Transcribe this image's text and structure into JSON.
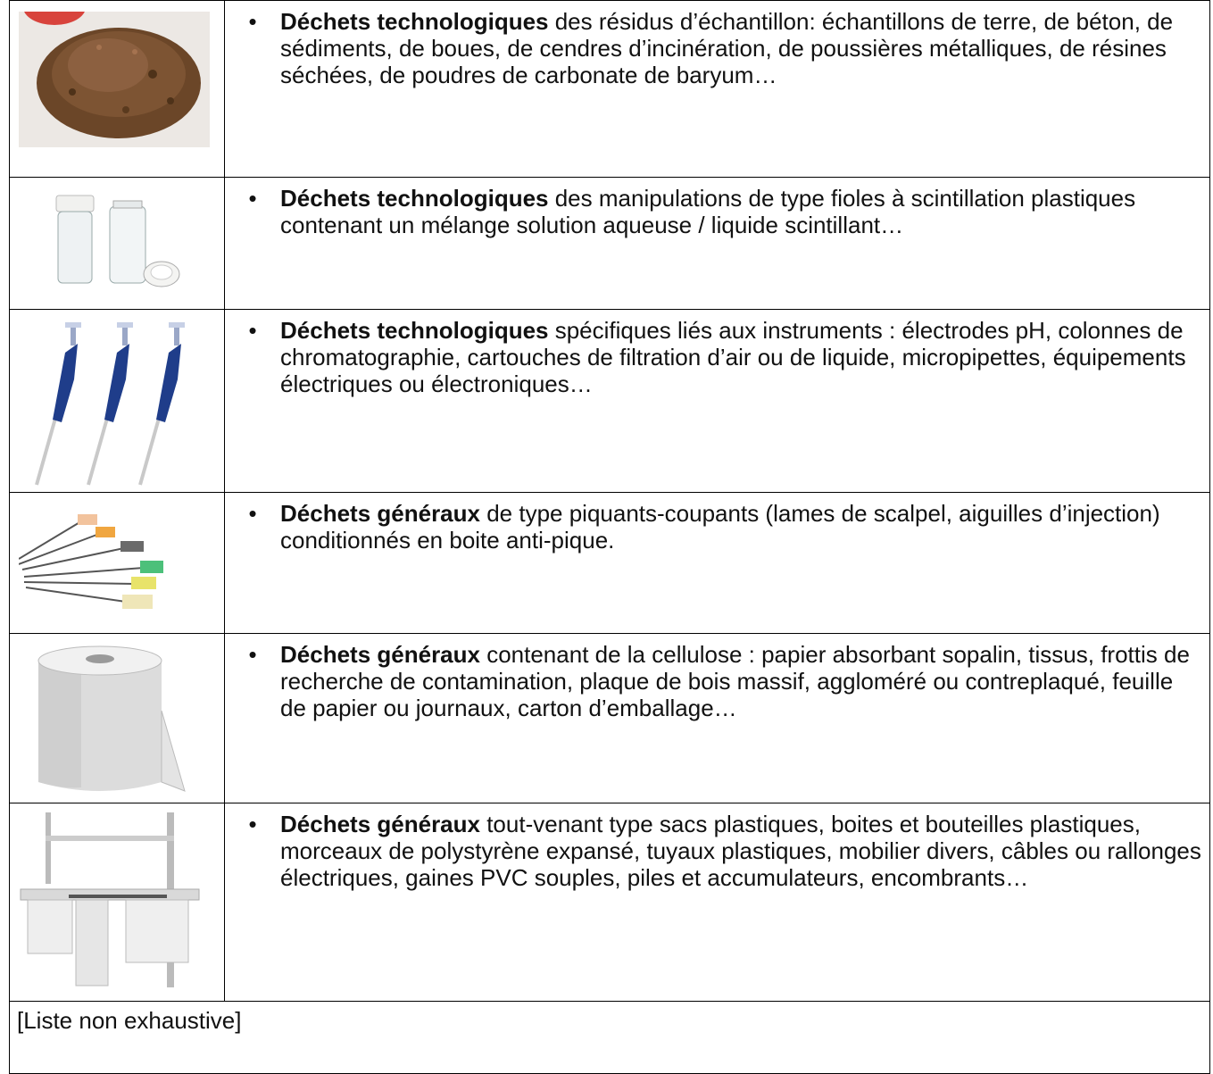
{
  "rows": [
    {
      "image": "soil-pile-photo",
      "bold": "Déchets technologiques",
      "text": " des résidus d’échantillon: échantillons de terre, de béton, de sédiments, de boues, de cendres d’incinération, de poussières métalliques, de résines séchées, de poudres de carbonate de baryum…"
    },
    {
      "image": "scintillation-vials-photo",
      "bold": "Déchets technologiques",
      "text": " des manipulations de type fioles à scintillation plastiques contenant un mélange solution aqueuse / liquide scintillant…"
    },
    {
      "image": "micropipettes-photo",
      "bold": "Déchets technologiques",
      "text": " spécifiques liés aux instruments : électrodes pH, colonnes de chromatographie, cartouches de filtration d’air ou de liquide, micropipettes, équipements électriques ou électroniques…"
    },
    {
      "image": "injection-needles-photo",
      "bold": "Déchets généraux",
      "text": " de type piquants-coupants (lames de scalpel, aiguilles d’injection) conditionnés en boite anti-pique."
    },
    {
      "image": "paper-towel-roll-photo",
      "bold": "Déchets généraux",
      "text": " contenant de la cellulose : papier absorbant sopalin, tissus, frottis de recherche de contamination, plaque de bois massif, aggloméré ou contreplaqué, feuille de papier ou journaux, carton d’emballage…"
    },
    {
      "image": "lab-bench-photo",
      "bold": "Déchets généraux",
      "text": " tout-venant type sacs plastiques, boites et bouteilles plastiques, morceaux de polystyrène expansé, tuyaux plastiques, mobilier divers, câbles ou rallonges électriques, gaines PVC souples, piles et accumulateurs, encombrants…"
    }
  ],
  "bullet": "•",
  "footer_note": "[Liste non exhaustive]"
}
